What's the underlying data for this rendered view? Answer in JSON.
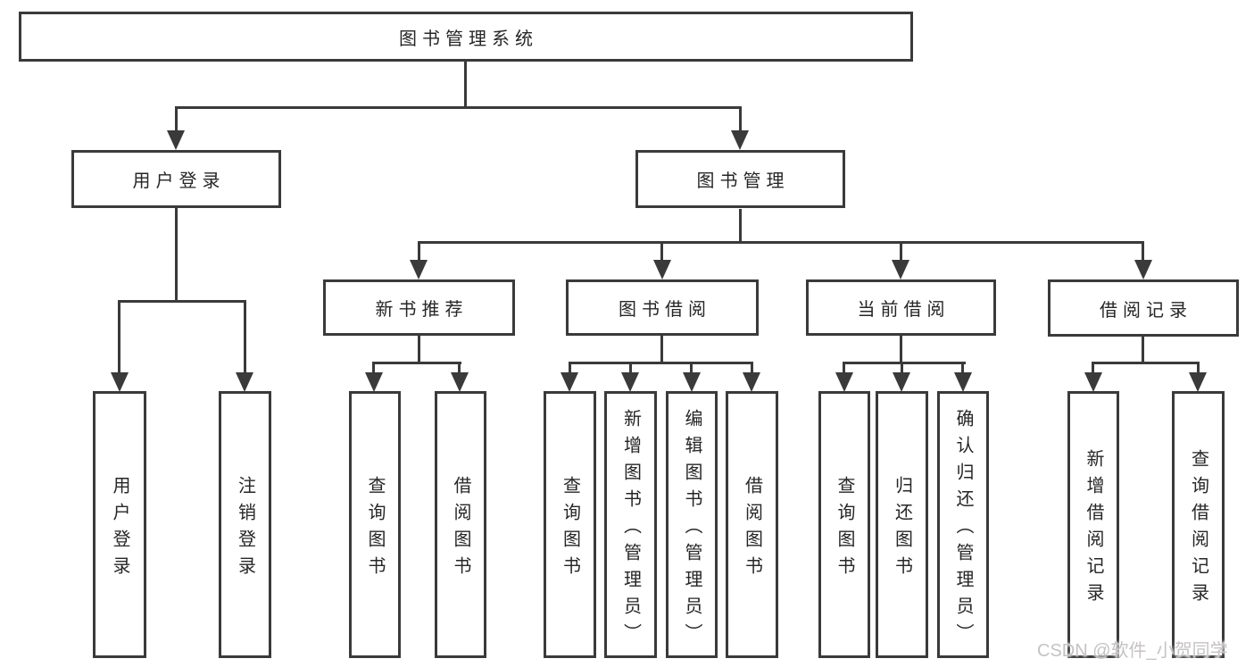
{
  "diagram": {
    "root": "图书管理系统",
    "level2": {
      "user_login": "用户登录",
      "book_management": "图书管理"
    },
    "level3": {
      "new_books": "新书推荐",
      "book_borrow": "图书借阅",
      "current_borrow": "当前借阅",
      "borrow_records": "借阅记录"
    },
    "leaves": {
      "user_login": [
        "用户登录",
        "注销登录"
      ],
      "new_books": [
        "查询图书",
        "借阅图书"
      ],
      "book_borrow": [
        "查询图书",
        "新增图书（管理员）",
        "编辑图书（管理员）",
        "借阅图书"
      ],
      "current_borrow": [
        "查询图书",
        "归还图书",
        "确认归还（管理员）"
      ],
      "borrow_records": [
        "新增借阅记录",
        "查询借阅记录"
      ]
    }
  },
  "watermark": "CSDN @软件_小贺同学",
  "colors": {
    "line": "#3a3a3a",
    "text": "#262626",
    "watermark": "#c5c2c2",
    "background": "#ffffff"
  }
}
